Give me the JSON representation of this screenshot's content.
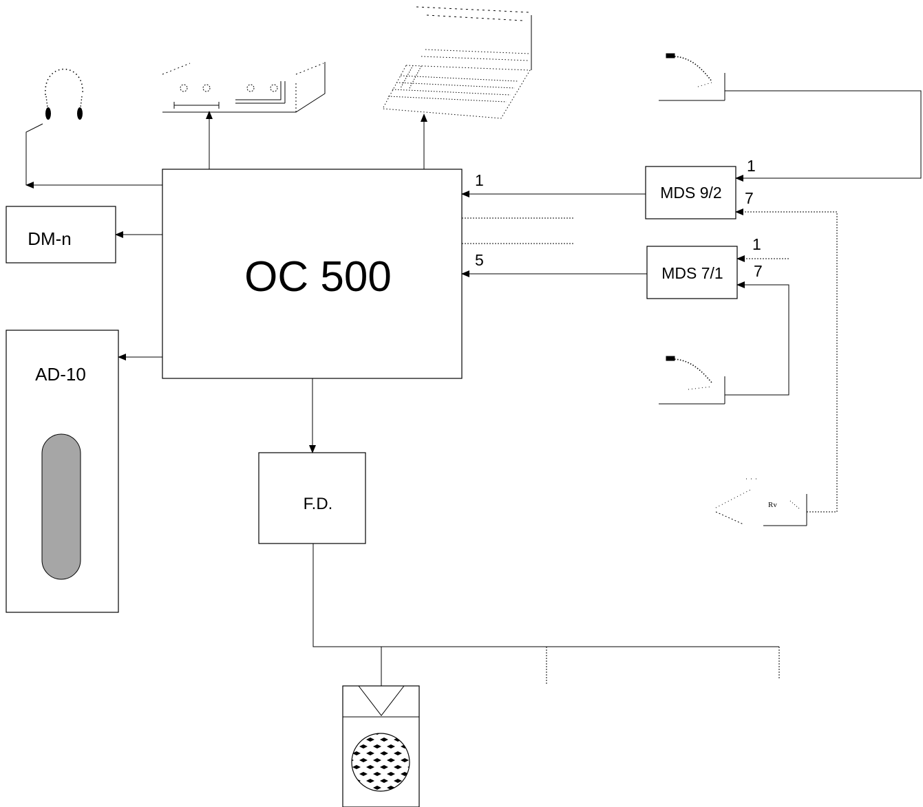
{
  "blocks": {
    "main": "OC 500",
    "dm": "DM-n",
    "ad": "AD-10",
    "fd": "F.D.",
    "mds_top": "MDS 9/2",
    "mds_bottom": "MDS 7/1"
  },
  "port_labels": {
    "oc_in_top": "1",
    "oc_in_bottom": "5",
    "mds_top_in_1": "1",
    "mds_top_in_7": "7",
    "mds_bottom_in_1": "1",
    "mds_bottom_in_7": "7"
  },
  "icons": {
    "headphones": "headphones-icon",
    "tape_deck": "tape-deck-icon",
    "laptop": "laptop-icon",
    "microphone_top": "microphone-icon",
    "microphone_bottom": "microphone-icon",
    "radio_receiver": "radio-receiver-icon",
    "speaker": "loudspeaker-icon",
    "capsule": "capsule-indicator-icon"
  },
  "radio_receiver_text": "Rv"
}
